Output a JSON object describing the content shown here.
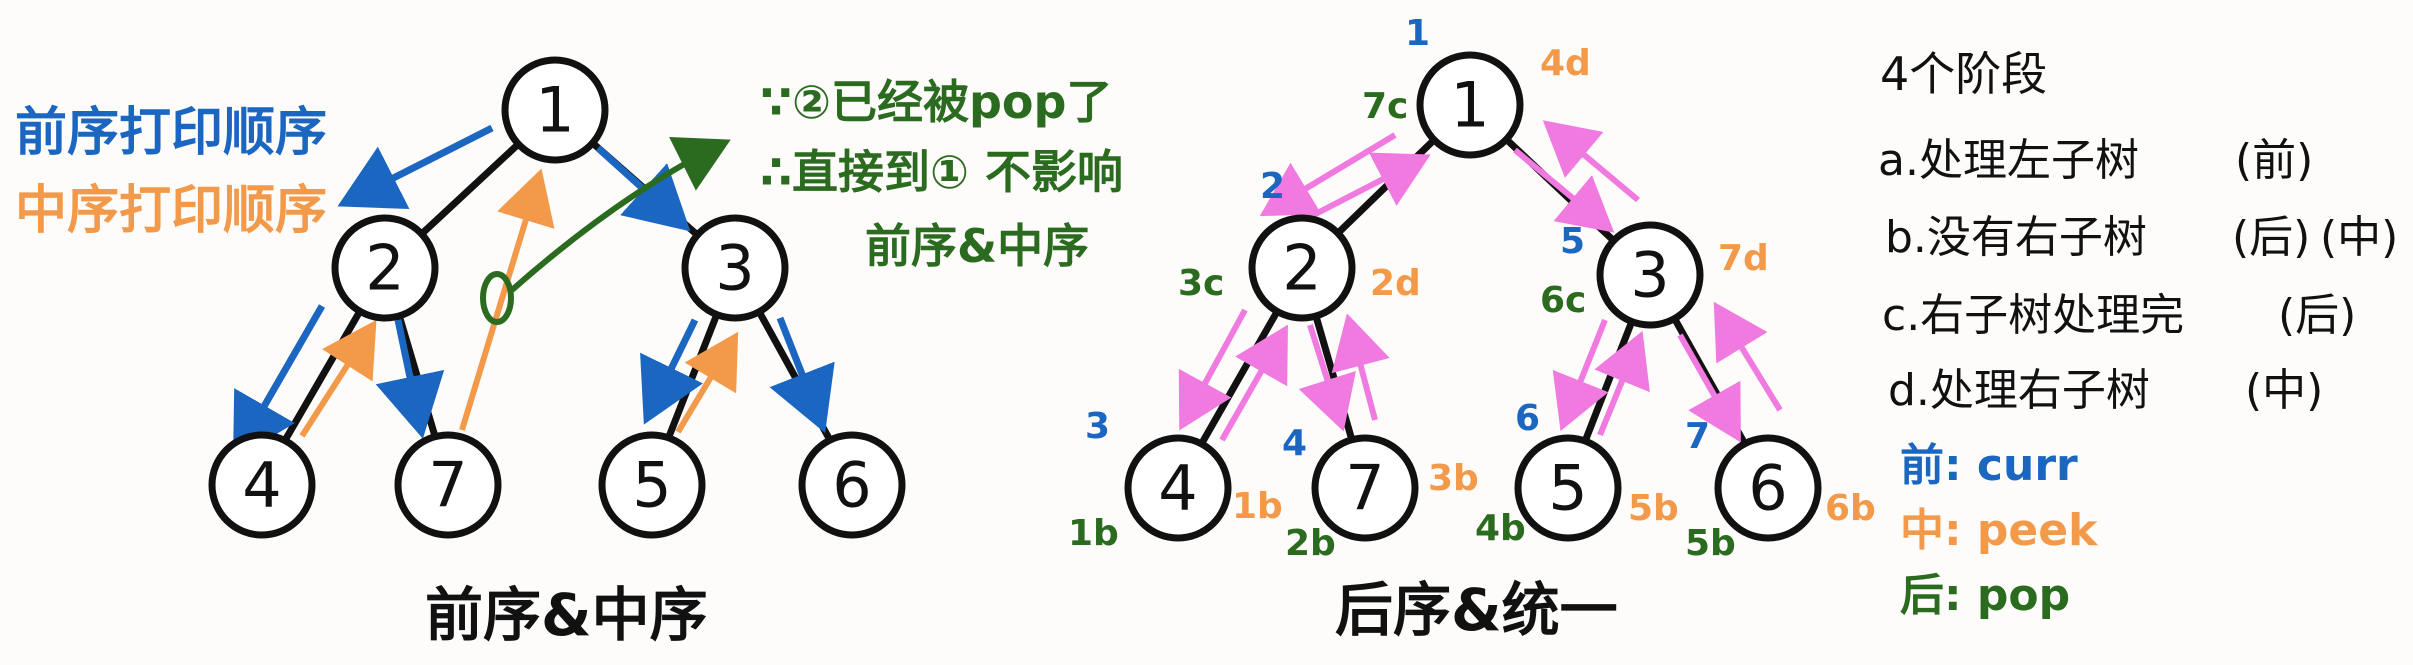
{
  "colors": {
    "black": "#111111",
    "blue": "#1a66c0",
    "orange": "#f39a4a",
    "green": "#2b6b1f",
    "pink": "#f07ae0"
  },
  "left_tree": {
    "nodes": {
      "n1": "1",
      "n2": "2",
      "n3": "3",
      "n4": "4",
      "n7": "7",
      "n5": "5",
      "n6": "6"
    },
    "legend_preorder": "前序打印顺序",
    "legend_inorder": "中序打印顺序",
    "caption": "前序&中序",
    "note_line1": "∵②已经被pop了",
    "note_line2": "∴直接到① 不影响",
    "note_line3": "前序&中序"
  },
  "right_tree": {
    "nodes": {
      "n1": "1",
      "n2": "2",
      "n3": "3",
      "n4": "4",
      "n7": "7",
      "n5": "5",
      "n6": "6"
    },
    "caption": "后序&统一",
    "blue_labels": {
      "n1": "1",
      "n2": "2",
      "n3": "5",
      "n4": "3",
      "n7": "4",
      "n5": "6",
      "n6": "7"
    },
    "orange_labels": {
      "n1": "4d",
      "n2": "2d",
      "n3": "7d",
      "n4": "1b",
      "n7": "3b",
      "n5": "5b",
      "n6": "6b"
    },
    "green_labels": {
      "n1": "7c",
      "n2": "3c",
      "n3": "6c",
      "n4": "1b",
      "n7": "2b",
      "n5": "4b",
      "n6": "5b"
    }
  },
  "legend": {
    "title": "4个阶段",
    "items": [
      "a.处理左子树",
      "b.没有右子树",
      "c.右子树处理完",
      "d.处理右子树"
    ],
    "tags": [
      "(前)",
      "(后)",
      "(中)",
      "(后)",
      "(中)"
    ],
    "key_pre": "前: curr",
    "key_in": "中: peek",
    "key_post": "后: pop"
  }
}
